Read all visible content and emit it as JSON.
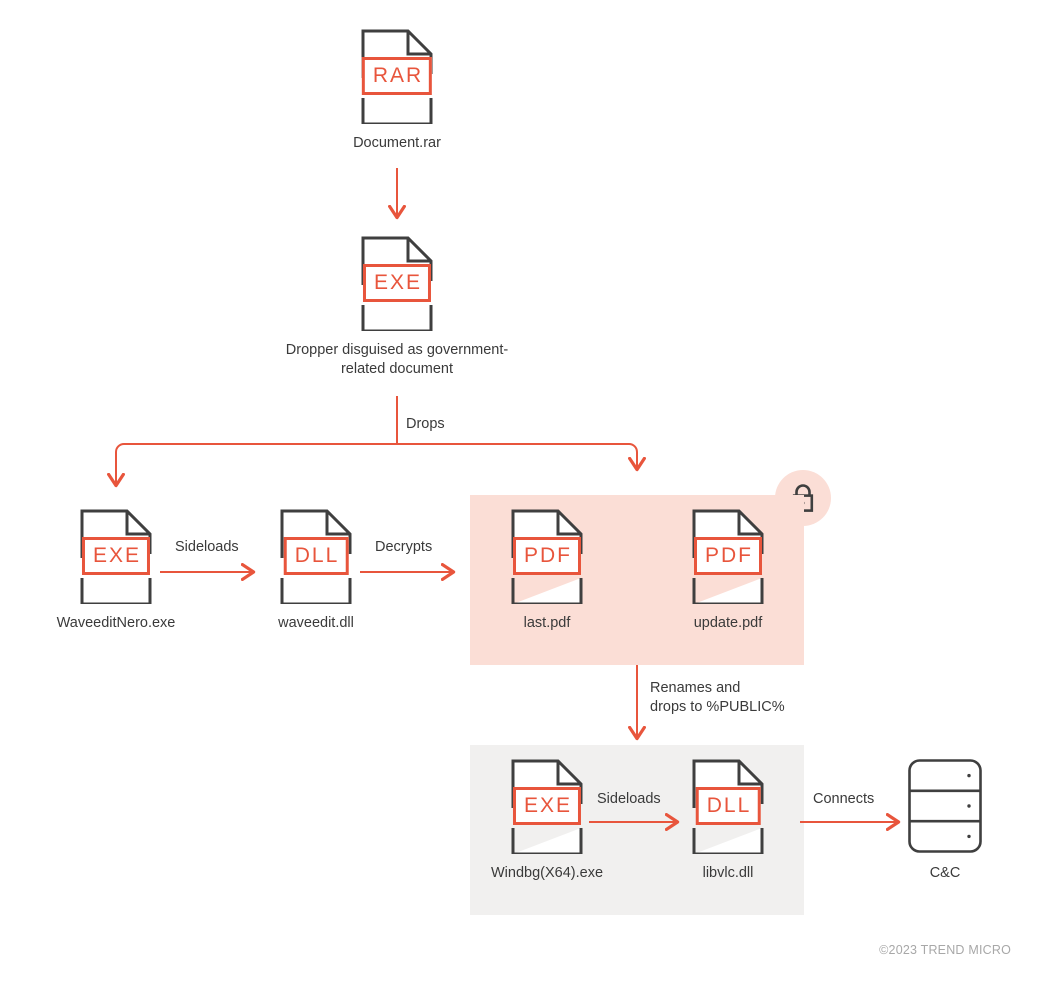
{
  "diagram": {
    "title": "Infection chain diagram",
    "colors": {
      "accent_red": "#e8553c",
      "outline_gray": "#3f3f3f",
      "panel_pink": "#fbded6",
      "panel_gray": "#f1f0ef",
      "text": "#3a3a3a",
      "footer_text": "#a8a8a8"
    }
  },
  "nodes": {
    "archive": {
      "tag": "RAR",
      "label": "Document.rar",
      "icon": "file-rar-icon"
    },
    "dropper": {
      "tag": "EXE",
      "label": "Dropper disguised as\ngovernment-related document",
      "icon": "file-exe-icon"
    },
    "waveedit_exe": {
      "tag": "EXE",
      "label": "WaveeditNero.exe",
      "icon": "file-exe-icon"
    },
    "waveedit_dll": {
      "tag": "DLL",
      "label": "waveedit.dll",
      "icon": "file-dll-icon"
    },
    "last_pdf": {
      "tag": "PDF",
      "label": "last.pdf",
      "icon": "file-pdf-icon"
    },
    "update_pdf": {
      "tag": "PDF",
      "label": "update.pdf",
      "icon": "file-pdf-icon"
    },
    "windbg_exe": {
      "tag": "EXE",
      "label": "Windbg(X64).exe",
      "icon": "file-exe-icon"
    },
    "libvlc_dll": {
      "tag": "DLL",
      "label": "libvlc.dll",
      "icon": "file-dll-icon"
    },
    "cnc": {
      "label": "C&C",
      "icon": "server-icon"
    }
  },
  "edges": {
    "drops": "Drops",
    "sideloads_1": "Sideloads",
    "decrypts": "Decrypts",
    "renames": "Renames and\ndrops to %PUBLIC%",
    "sideloads_2": "Sideloads",
    "connects": "Connects"
  },
  "badges": {
    "encrypted_lock": "lock-icon"
  },
  "footer": {
    "copyright": "©2023 TREND MICRO"
  }
}
